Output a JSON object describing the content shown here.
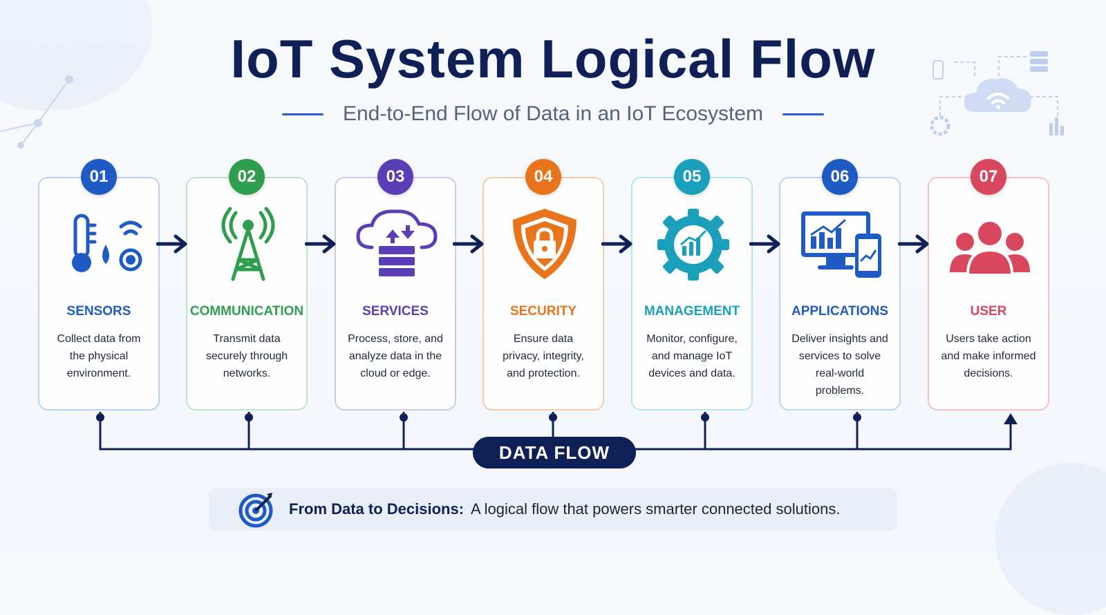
{
  "title": "IoT System Logical Flow",
  "subtitle": "End-to-End Flow of Data in an IoT Ecosystem",
  "steps": [
    {
      "number": "01",
      "title": "SENSORS",
      "description": "Collect data from the physical environment.",
      "color": "#1f5bc4",
      "icon": "sensors-icon"
    },
    {
      "number": "02",
      "title": "COMMUNICATION",
      "description": "Transmit data securely through networks.",
      "color": "#2e9e4e",
      "icon": "cell-tower-icon"
    },
    {
      "number": "03",
      "title": "SERVICES",
      "description": "Process, store, and analyze data in the cloud or edge.",
      "color": "#5b3db5",
      "icon": "cloud-server-icon"
    },
    {
      "number": "04",
      "title": "SECURITY",
      "description": "Ensure data privacy, integrity, and protection.",
      "color": "#e8741c",
      "icon": "shield-lock-icon"
    },
    {
      "number": "05",
      "title": "MANAGEMENT",
      "description": "Monitor, configure, and manage IoT devices and data.",
      "color": "#1aa0ba",
      "icon": "gear-chart-icon"
    },
    {
      "number": "06",
      "title": "APPLICATIONS",
      "description": "Deliver insights and services to solve real-world problems.",
      "color": "#1f5bc4",
      "icon": "monitor-phone-icon"
    },
    {
      "number": "07",
      "title": "USER",
      "description": "Users take action and make informed decisions.",
      "color": "#d9475f",
      "icon": "users-icon"
    }
  ],
  "data_flow_label": "DATA FLOW",
  "footer": {
    "strong": "From Data to Decisions:",
    "text": "A logical flow that powers smarter connected solutions."
  },
  "colors": {
    "navy": "#0f2057",
    "accent": "#2a5fc7"
  }
}
